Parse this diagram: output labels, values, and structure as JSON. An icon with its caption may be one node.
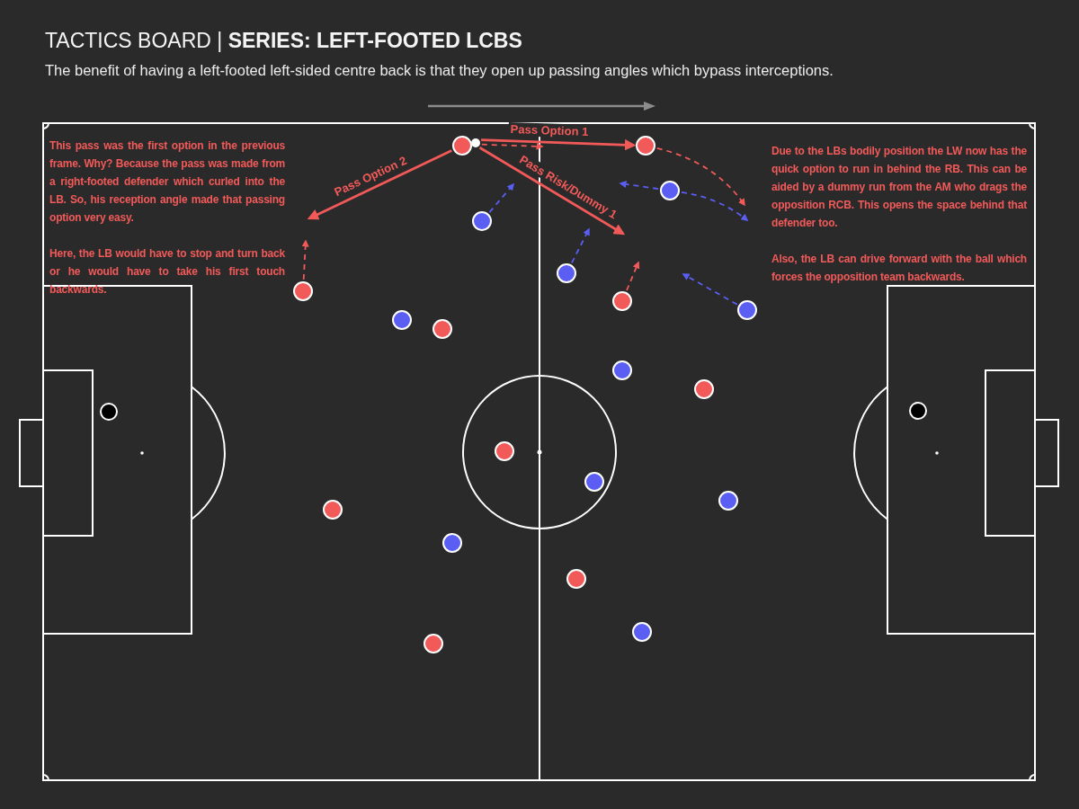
{
  "diagram": {
    "title": "TACTICS BOARD | **SERIES: LEFT-FOOTED LCBS**",
    "caption": "The benefit of having a left-footed left-sided centre back is that they open up passing angles which bypass interceptions.",
    "nodes": [
      {
        "text": [],
        "shape": "circle"
      },
      {
        "text": [],
        "shape": "circle"
      },
      {
        "text": [],
        "shape": "circle"
      },
      {
        "text": [],
        "shape": "circle"
      },
      {
        "text": [],
        "shape": "circle"
      },
      {
        "text": [],
        "shape": "circle"
      },
      {
        "text": [],
        "shape": "circle"
      },
      {
        "text": [],
        "shape": "circle"
      },
      {
        "text": [],
        "shape": "circle"
      }
    ],
    "edges": [
      {
        "from": 1,
        "to": 2,
        "arrow": "to",
        "label": "Pass Option 1"
      },
      {
        "from": 1,
        "to": null,
        "arrow": "to",
        "style": "dashed"
      },
      {
        "from": 0,
        "to": null,
        "arrow": "to",
        "label": "Pass Option 2"
      },
      {
        "from": 1,
        "to": null,
        "arrow": "to",
        "label": "Pass Risk/Dummy 1"
      },
      {
        "from": 4,
        "to": null,
        "arrow": "to",
        "style": "dashed",
        "color": "#5a5ef2"
      },
      {
        "from": 5,
        "to": null,
        "arrow": "to",
        "style": "dashed",
        "color": "#5a5ef2"
      },
      {
        "from": 6,
        "to": null,
        "arrow": "to",
        "style": "dashed"
      },
      {
        "from": 7,
        "to": null,
        "arrow": "to",
        "style": "dashed"
      },
      {
        "from": 2,
        "to": null,
        "arrow": "to",
        "style": "dashed"
      },
      {
        "from": 3,
        "to": null,
        "arrow": "to",
        "style": "dashed",
        "color": "#5a5ef2"
      },
      {
        "from": 3,
        "to": null,
        "arrow": "to",
        "style": "dashed",
        "color": "#5a5ef2"
      },
      {
        "from": 8,
        "to": null,
        "arrow": "to",
        "style": "dashed",
        "color": "#5a5ef2"
      }
    ],
    "labels": [
      "This pass was the first option in the previous frame. Why? Because the pass was made from a right-footed defender which curled into the LB. So, his reception angle made that passing option very easy.",
      "Here, the LB would have to stop and turn back or he would have to take his first touch backwards.",
      "Due to the LBs bodily position the LW now has the quick option to run in behind the RB. This can be aided by a dummy run from the AM who drags the opposition RCB. This opens the space behind that defender too.",
      "Also, the LB can drive forward with the ball which forces the opposition team backwards."
    ]
  }
}
